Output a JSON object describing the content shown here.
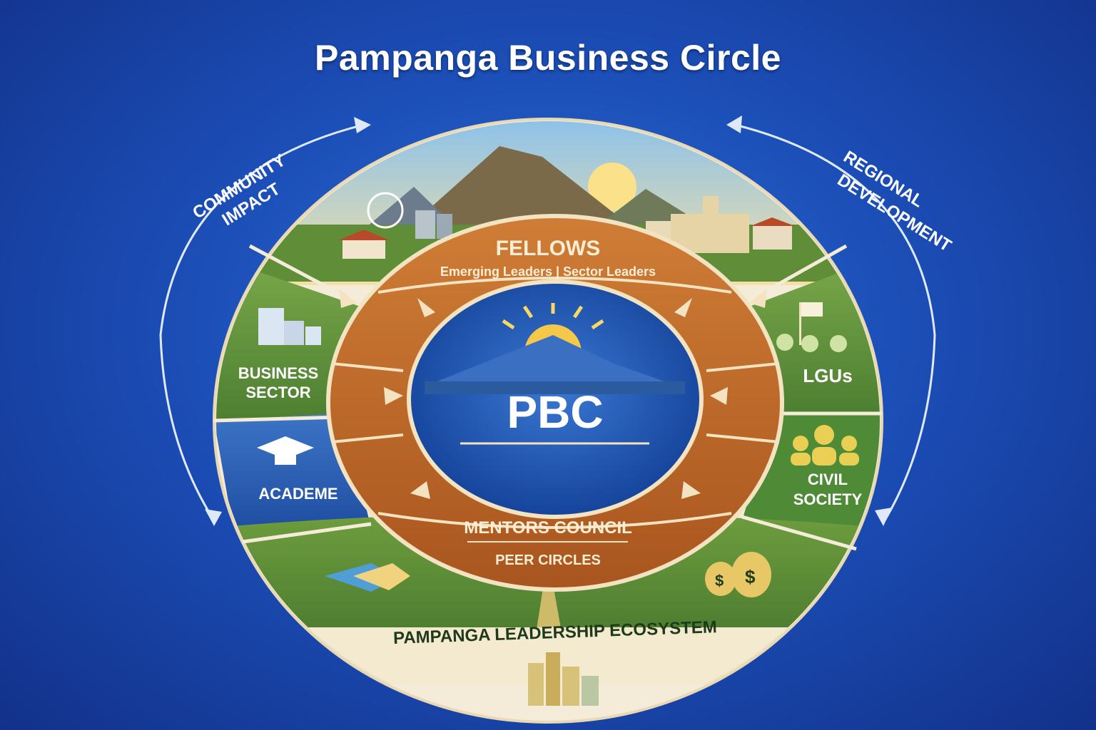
{
  "title": "Pampanga Business Circle",
  "outer_labels": {
    "left": [
      "COMMUNITY",
      "IMPACT"
    ],
    "right": [
      "REGIONAL",
      "DEVELOPMENT"
    ]
  },
  "inner_ring": {
    "top_title": "FELLOWS",
    "top_subtitle": "Emerging Leaders | Sector Leaders",
    "bottom_title": "MENTORS COUNCIL",
    "bottom_subtitle": "PEER CIRCLES"
  },
  "center": {
    "label": "PBC"
  },
  "segments": {
    "business": [
      "BUSINESS",
      "SECTOR"
    ],
    "academe": "ACADEME",
    "lgus": "LGUs",
    "civil": [
      "CIVIL",
      "SOCIETY"
    ]
  },
  "ecosystem_label": "PAMPANGA LEADERSHIP ECOSYSTEM",
  "colors": {
    "background": "#1c4fb8",
    "ring_orange": "#c06a2c",
    "segment_blue": "#2a5ab0",
    "segment_green": "#5b8f3a",
    "center_blue": "#1d4fa8",
    "cream": "#f3e3c0"
  }
}
